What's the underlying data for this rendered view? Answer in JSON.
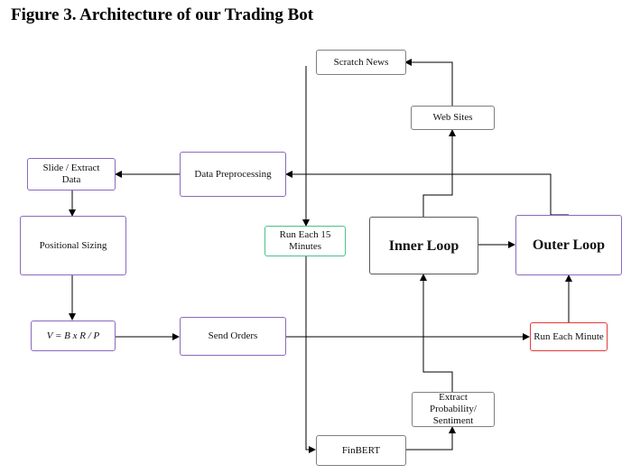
{
  "figure": {
    "title": "Figure 3. Architecture of our Trading Bot"
  },
  "diagram": {
    "nodes": {
      "scratch_news": "Scratch News",
      "web_sites": "Web Sites",
      "slide_extract_line1": "Slide / Extract",
      "slide_extract_line2": "Data",
      "data_preprocessing": "Data Preprocessing",
      "positional_sizing": "Positional Sizing",
      "run_each_15_line1": "Run Each 15",
      "run_each_15_line2": "Minutes",
      "inner_loop": "Inner Loop",
      "outer_loop": "Outer Loop",
      "formula": "V = B x R / P",
      "send_orders": "Send Orders",
      "run_each_minute": "Run Each Minute",
      "extract_prob_line1": "Extract Probability/",
      "extract_prob_line2": "Sentiment",
      "finbert": "FinBERT"
    },
    "colors": {
      "line": "#000000",
      "gray_border": "#7f7f7f",
      "purple_border": "#8a6abf",
      "green_border": "#4fbf8c",
      "red_border": "#e53b3b"
    }
  }
}
